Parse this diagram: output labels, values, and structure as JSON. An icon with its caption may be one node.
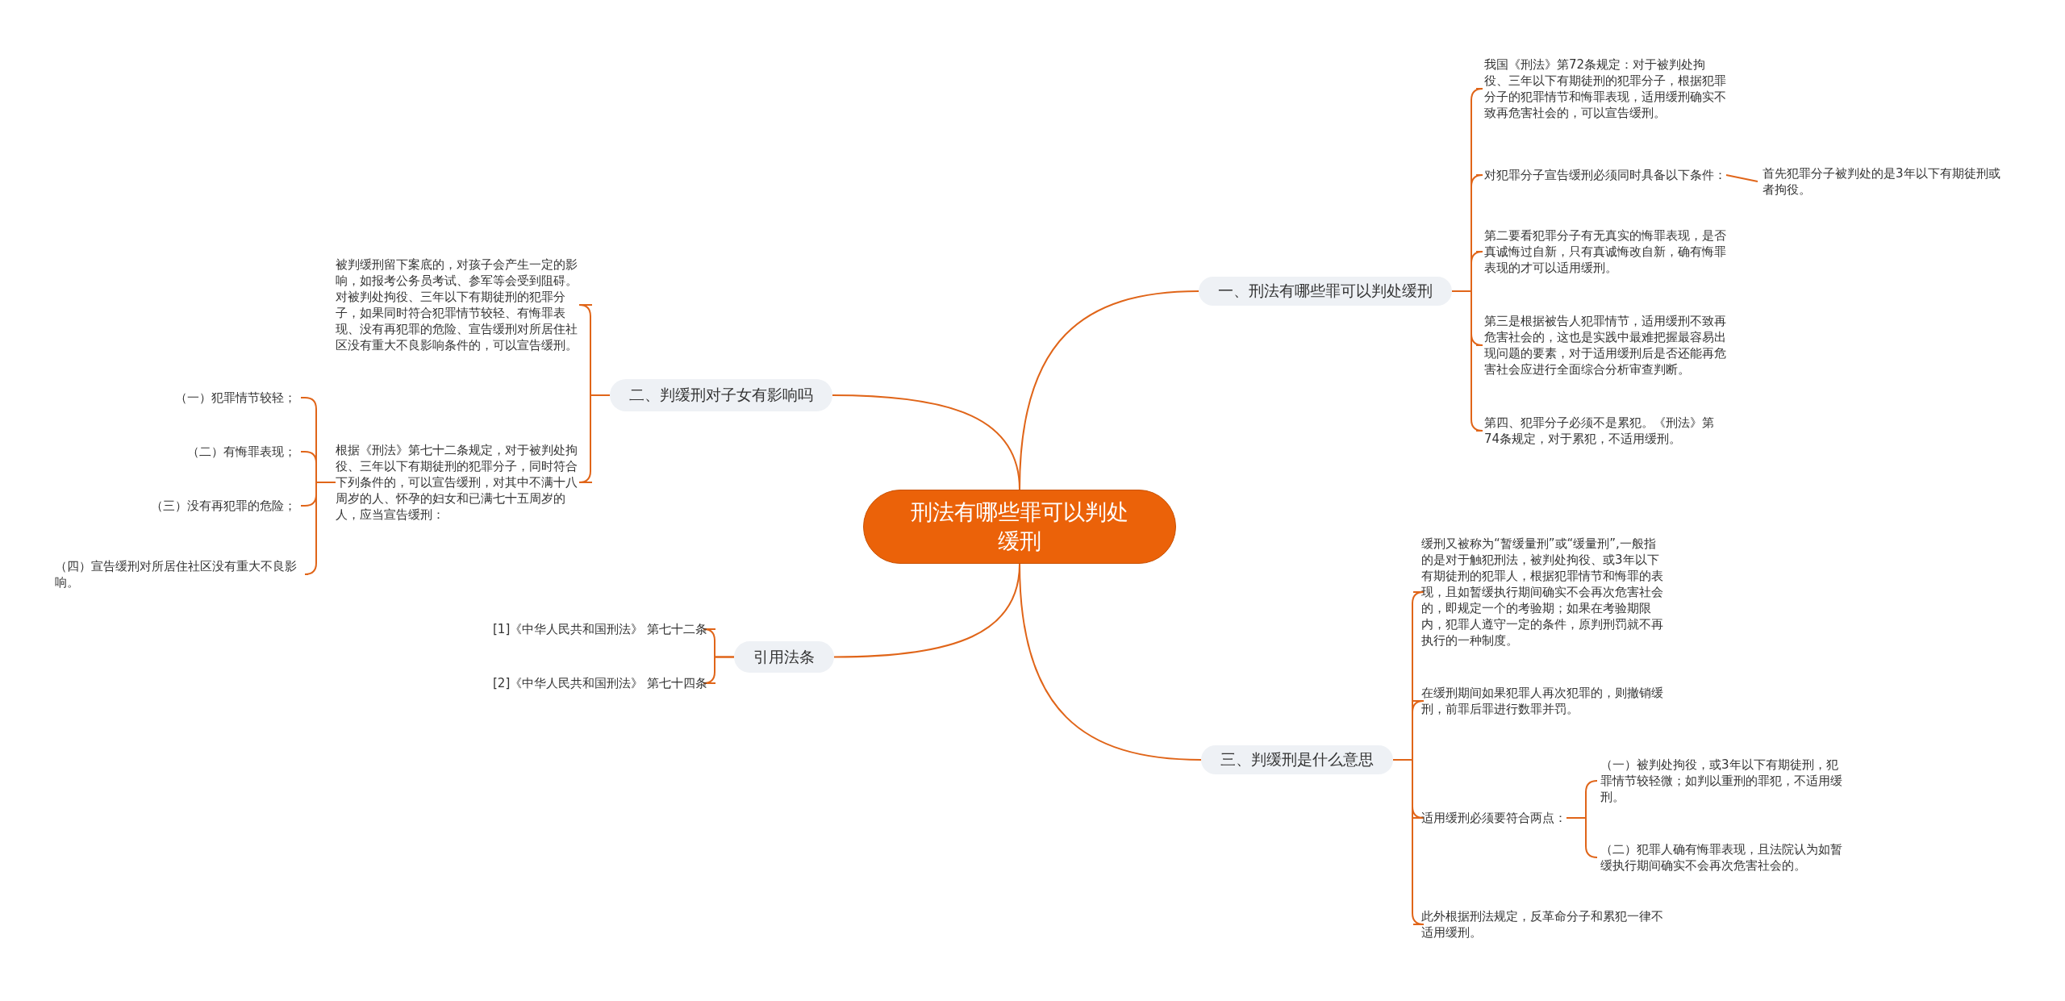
{
  "diagram": {
    "nodes": [
      {
        "text": [
          "刑法有哪些罪可以判处缓刑"
        ]
      },
      {
        "text": [
          "一、刑法有哪些罪可以判处缓刑"
        ]
      },
      {
        "text": [
          "我国《刑法》第72条规定：对于被判处拘役、三年以下有期徒刑的犯罪分子，根据犯罪分子的犯罪情节和悔罪表现，适用缓刑确实不致再危害社会的，可以宣告缓刑。"
        ]
      },
      {
        "text": [
          "对犯罪分子宣告缓刑必须同时具备以下条件："
        ]
      },
      {
        "text": [
          "首先犯罪分子被判处的是3年以下有期徒刑或者拘役。"
        ]
      },
      {
        "text": [
          "第二要看犯罪分子有无真实的悔罪表现，是否真诚悔过自新，只有真诚悔改自新，确有悔罪表现的才可以适用缓刑。"
        ]
      },
      {
        "text": [
          "第三是根据被告人犯罪情节，适用缓刑不致再危害社会的，这也是实践中最难把握最容易出现问题的要素，对于适用缓刑后是否还能再危害社会应进行全面综合分析审查判断。"
        ]
      },
      {
        "text": [
          "第四、犯罪分子必须不是累犯。《刑法》第74条规定，对于累犯，不适用缓刑。"
        ]
      },
      {
        "text": [
          "三、判缓刑是什么意思"
        ]
      },
      {
        "text": [
          "缓刑又被称为“暂缓量刑”或“缓量刑”,一般指的是对于触犯刑法，被判处拘役、或3年以下有期徒刑的犯罪人，根据犯罪情节和悔罪的表现，且如暂缓执行期间确实不会再次危害社会的，即规定一个的考验期；如果在考验期限内，犯罪人遵守一定的条件，原判刑罚就不再执行的一种制度。"
        ]
      },
      {
        "text": [
          "在缓刑期间如果犯罪人再次犯罪的，则撤销缓刑，前罪后罪进行数罪并罚。"
        ]
      },
      {
        "text": [
          "适用缓刑必须要符合两点："
        ]
      },
      {
        "text": [
          "（一）被判处拘役，或3年以下有期徒刑，犯罪情节较轻微；如判以重刑的罪犯，不适用缓刑。"
        ]
      },
      {
        "text": [
          "（二）犯罪人确有悔罪表现，且法院认为如暂缓执行期间确实不会再次危害社会的。"
        ]
      },
      {
        "text": [
          "此外根据刑法规定，反革命分子和累犯一律不适用缓刑。"
        ]
      },
      {
        "text": [
          "二、判缓刑对子女有影响吗"
        ]
      },
      {
        "text": [
          "被判缓刑留下案底的，对孩子会产生一定的影响，如报考公务员考试、参军等会受到阻碍。对被判处拘役、三年以下有期徒刑的犯罪分子，如果同时符合犯罪情节较轻、有悔罪表现、没有再犯罪的危险、宣告缓刑对所居住社区没有重大不良影响条件的，可以宣告缓刑。"
        ]
      },
      {
        "text": [
          "根据《刑法》第七十二条规定，对于被判处拘役、三年以下有期徒刑的犯罪分子，同时符合下列条件的，可以宣告缓刑，对其中不满十八周岁的人、怀孕的妇女和已满七十五周岁的人，应当宣告缓刑："
        ]
      },
      {
        "text": [
          "（一）犯罪情节较轻；"
        ]
      },
      {
        "text": [
          "（二）有悔罪表现；"
        ]
      },
      {
        "text": [
          "（三）没有再犯罪的危险；"
        ]
      },
      {
        "text": [
          "（四）宣告缓刑对所居住社区没有重大不良影响。"
        ]
      },
      {
        "text": [
          "引用法条"
        ]
      },
      {
        "text": [
          "[1]《中华人民共和国刑法》 第七十二条"
        ]
      },
      {
        "text": [
          "[2]《中华人民共和国刑法》 第七十四条"
        ]
      }
    ],
    "edges": [
      {
        "from": 0,
        "to": 1,
        "arrow": "none"
      },
      {
        "from": 1,
        "to": 2,
        "arrow": "none"
      },
      {
        "from": 1,
        "to": 3,
        "arrow": "none"
      },
      {
        "from": 3,
        "to": 4,
        "arrow": "none"
      },
      {
        "from": 1,
        "to": 5,
        "arrow": "none"
      },
      {
        "from": 1,
        "to": 6,
        "arrow": "none"
      },
      {
        "from": 1,
        "to": 7,
        "arrow": "none"
      },
      {
        "from": 0,
        "to": 8,
        "arrow": "none"
      },
      {
        "from": 8,
        "to": 9,
        "arrow": "none"
      },
      {
        "from": 8,
        "to": 10,
        "arrow": "none"
      },
      {
        "from": 8,
        "to": 11,
        "arrow": "none"
      },
      {
        "from": 11,
        "to": 12,
        "arrow": "none"
      },
      {
        "from": 11,
        "to": 13,
        "arrow": "none"
      },
      {
        "from": 8,
        "to": 14,
        "arrow": "none"
      },
      {
        "from": 0,
        "to": 15,
        "arrow": "none"
      },
      {
        "from": 15,
        "to": 16,
        "arrow": "none"
      },
      {
        "from": 15,
        "to": 17,
        "arrow": "none"
      },
      {
        "from": 17,
        "to": 18,
        "arrow": "none"
      },
      {
        "from": 17,
        "to": 19,
        "arrow": "none"
      },
      {
        "from": 17,
        "to": 20,
        "arrow": "none"
      },
      {
        "from": 17,
        "to": 21,
        "arrow": "none"
      },
      {
        "from": 0,
        "to": 22,
        "arrow": "none"
      },
      {
        "from": 22,
        "to": 23,
        "arrow": "none"
      },
      {
        "from": 22,
        "to": 24,
        "arrow": "none"
      }
    ]
  }
}
